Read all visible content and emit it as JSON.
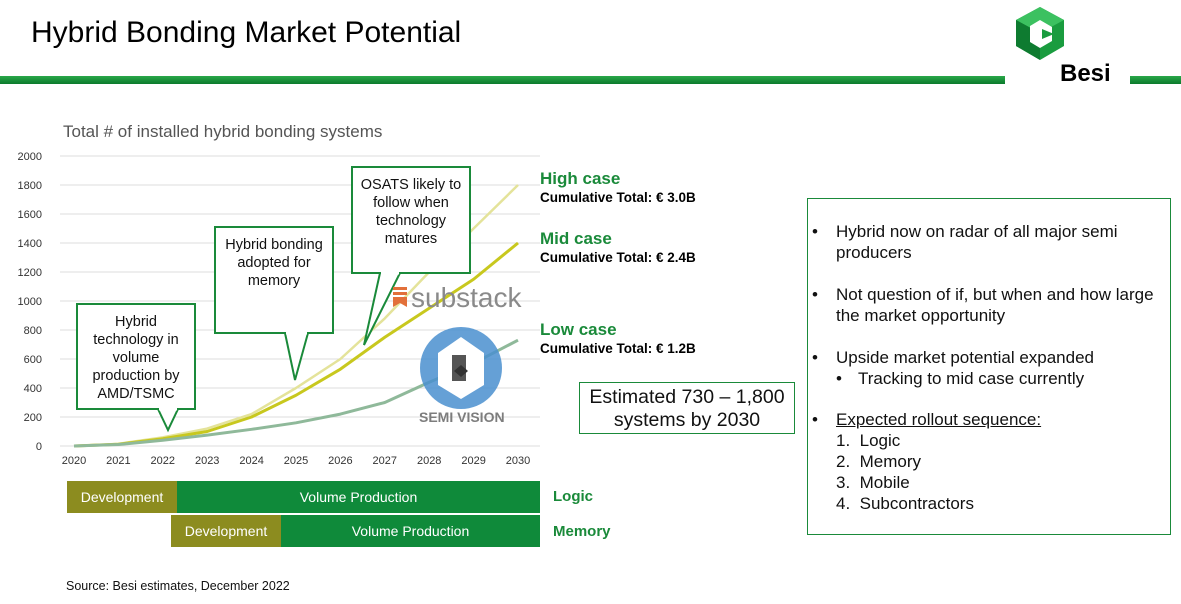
{
  "slide": {
    "title": "Hybrid Bonding Market Potential",
    "brand": "Besi",
    "source": "Source: Besi estimates, December 2022"
  },
  "colors": {
    "brand_green": "#1a8a3a",
    "development": "#8c8c1f",
    "volume_production": "#0f8a3a",
    "high_case": "#e4e39a",
    "mid_case": "#c8c81e",
    "low_case": "#8fb99a"
  },
  "chart_data": {
    "type": "line",
    "title": "Total # of installed hybrid bonding systems",
    "xlabel": "",
    "ylabel": "",
    "x": [
      2020,
      2021,
      2022,
      2023,
      2024,
      2025,
      2026,
      2027,
      2028,
      2029,
      2030
    ],
    "ylim": [
      0,
      2000
    ],
    "yticks": [
      0,
      200,
      400,
      600,
      800,
      1000,
      1200,
      1400,
      1600,
      1800,
      2000
    ],
    "grid": "horizontal",
    "series": [
      {
        "name": "High case",
        "values": [
          0,
          15,
          60,
          120,
          220,
          400,
          600,
          880,
          1200,
          1500,
          1800
        ]
      },
      {
        "name": "Mid case",
        "values": [
          0,
          12,
          50,
          100,
          200,
          350,
          530,
          750,
          950,
          1150,
          1400
        ]
      },
      {
        "name": "Low case",
        "values": [
          0,
          10,
          40,
          75,
          115,
          160,
          220,
          300,
          440,
          570,
          730
        ]
      }
    ]
  },
  "callouts": [
    {
      "text": "Hybrid technology in volume production by AMD/TSMC"
    },
    {
      "text": "Hybrid bonding adopted for memory"
    },
    {
      "text": "OSATS likely to follow when technology matures"
    }
  ],
  "cases": [
    {
      "name": "High case",
      "total": "Cumulative Total: € 3.0B"
    },
    {
      "name": "Mid case",
      "total": "Cumulative Total: € 2.4B"
    },
    {
      "name": "Low case",
      "total": "Cumulative Total: € 1.2B"
    }
  ],
  "estimate": {
    "line1": "Estimated 730 – 1,800",
    "line2": "systems by 2030"
  },
  "timeline": [
    {
      "label": "Logic",
      "development": "Development",
      "volume": "Volume Production"
    },
    {
      "label": "Memory",
      "development": "Development",
      "volume": "Volume Production"
    }
  ],
  "bullets": {
    "b1": "Hybrid now on radar of all major semi producers",
    "b2": "Not question of if, but when and how large the market opportunity",
    "b3": "Upside market potential expanded",
    "b3_sub": "Tracking to mid case currently",
    "b4": "Expected rollout sequence:",
    "steps": [
      "Logic",
      "Memory",
      "Mobile",
      "Subcontractors"
    ]
  },
  "watermark": {
    "text": "substack",
    "caption": "SEMI VISION"
  },
  "icons": {
    "bullet": "•",
    "logo_icon": "besi-hexagon-logo-icon",
    "substack_icon": "substack-icon",
    "semivision_icon": "semi-vision-logo-icon"
  }
}
